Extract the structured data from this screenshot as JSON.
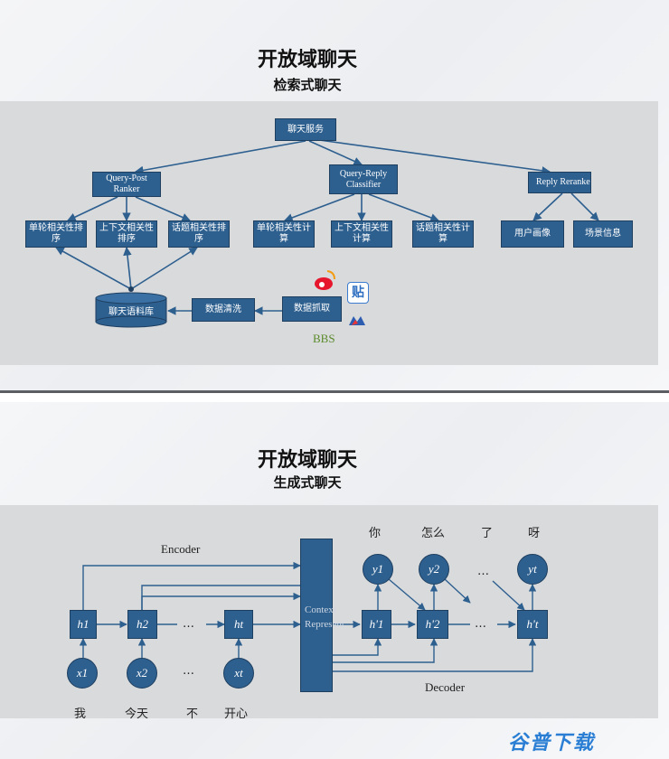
{
  "top": {
    "title": "开放域聊天",
    "subtitle": "检索式聊天",
    "nodes": {
      "service": "聊天服务",
      "qpr": "Query-Post Ranker",
      "qrc": "Query-Reply Classifier",
      "rr": "Reply Reranker",
      "single_rank": "单轮相关性排序",
      "context_rank": "上下文相关性排序",
      "topic_rank": "话题相关性排序",
      "single_calc": "单轮相关性计算",
      "context_calc": "上下文相关性计算",
      "topic_calc": "话题相关性计算",
      "profile": "用户画像",
      "scene": "场景信息",
      "corpus": "聊天语料库",
      "clean": "数据清洗",
      "crawl": "数据抓取"
    },
    "tieba_glyph": "贴",
    "bbs": "BBS"
  },
  "bottom": {
    "title": "开放域聊天",
    "subtitle": "生成式聊天",
    "encoder": "Encoder",
    "decoder": "Decoder",
    "context_text": "Context Represent",
    "h_nodes": [
      "h1",
      "h2",
      "ht"
    ],
    "x_nodes": [
      "x1",
      "x2",
      "xt"
    ],
    "hp_nodes": [
      "h'1",
      "h'2",
      "h't"
    ],
    "y_nodes": [
      "y1",
      "y2",
      "yt"
    ],
    "dots": "…",
    "input_words": [
      "我",
      "今天",
      "不",
      "开心"
    ],
    "output_words": [
      "你",
      "怎么",
      "了",
      "呀"
    ]
  },
  "watermark": "谷普下载",
  "colors": {
    "box": "#2d5f8f",
    "line": "#2d5f8f",
    "panel": "#d9dadc"
  }
}
